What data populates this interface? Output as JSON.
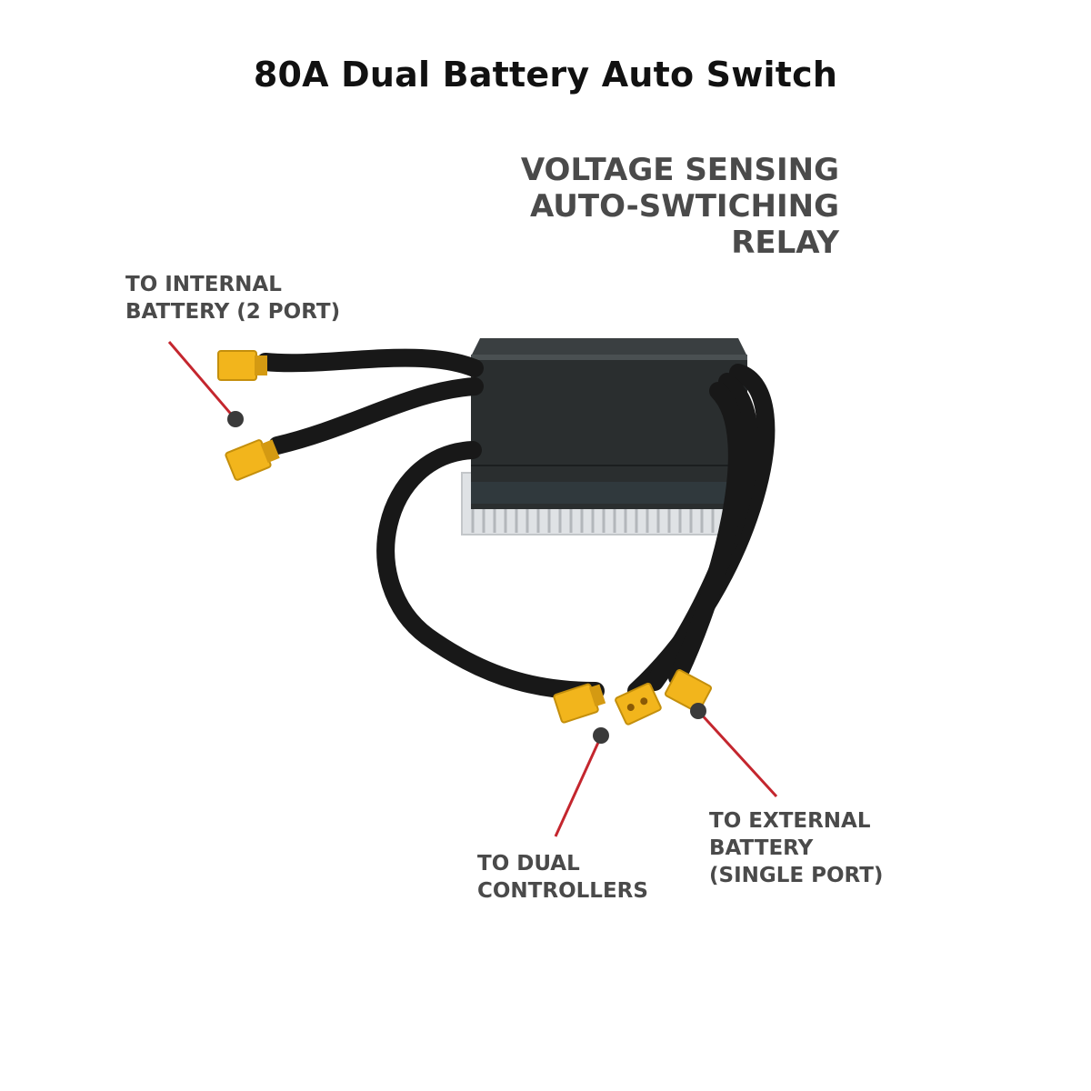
{
  "title": "80A Dual Battery Auto Switch",
  "relay_label": {
    "lines": [
      "VOLTAGE SENSING",
      "AUTO-SWTICHING",
      "RELAY"
    ]
  },
  "callouts": {
    "internal": {
      "lines": [
        "TO INTERNAL",
        "BATTERY (2 PORT)"
      ]
    },
    "dual": {
      "lines": [
        "TO DUAL",
        "CONTROLLERS"
      ]
    },
    "external": {
      "lines": [
        "TO EXTERNAL",
        "BATTERY",
        "(SINGLE PORT)"
      ]
    }
  },
  "colors": {
    "pointer": "#c4262e",
    "pointer_dot": "#3a3a3a",
    "connector": "#f2b51c",
    "cable": "#1a1a1a",
    "housing": "#2a2e2f",
    "heatsink": "#d9dcdf"
  }
}
